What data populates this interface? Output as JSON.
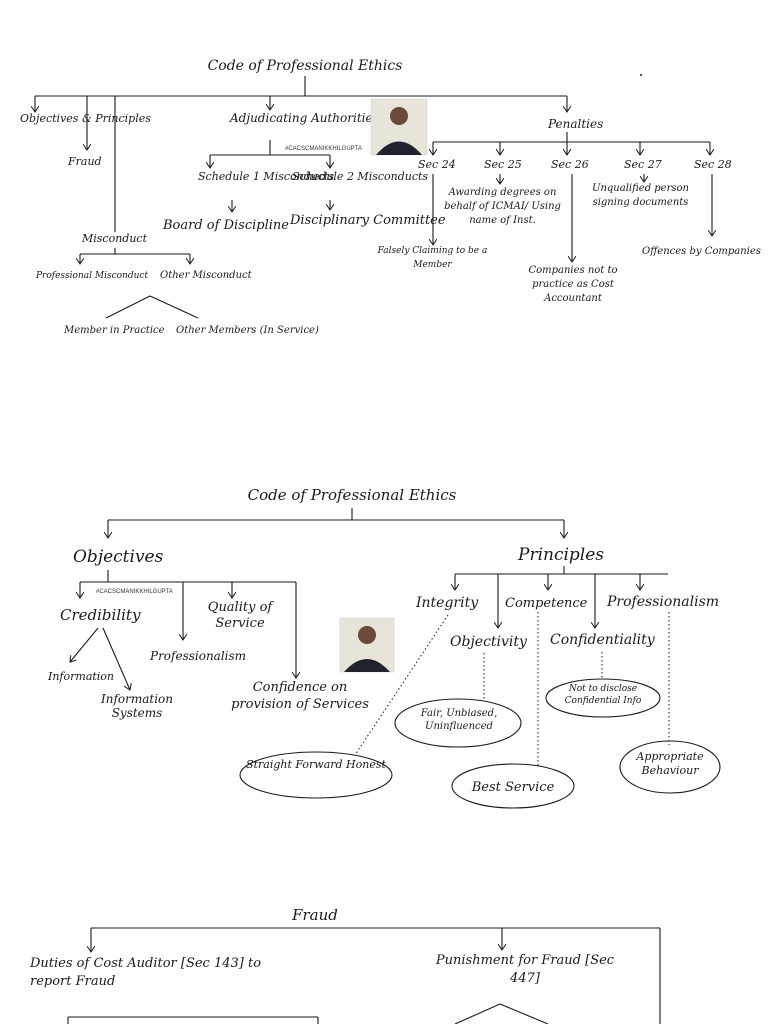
{
  "section1": {
    "title": "Code of Professional Ethics",
    "watermark": "#CACSCMANIKKHILGUPTA",
    "objectives_label": "Objectives & Principles",
    "fraud_label": "Fraud",
    "adjudicating_label": "Adjudicating Authorities",
    "schedule1_label": "Schedule 1 Misconducts",
    "schedule2_label": "Schedule 2 Misconducts",
    "board_label": "Board of Discipline",
    "committee_label": "Disciplinary Committee",
    "misconduct_label": "Misconduct",
    "prof_misconduct_label": "Professional Misconduct",
    "other_misconduct_label": "Other Misconduct",
    "member_practice_label": "Member in Practice",
    "other_members_label": "Other Members (In Service)",
    "penalties_label": "Penalties",
    "sections": [
      "Sec 24",
      "Sec 25",
      "Sec 26",
      "Sec 27",
      "Sec 28"
    ],
    "sec24_desc": "Falsely Claiming to be a Member",
    "sec25_desc": "Awarding degrees on behalf of ICMAI/ Using name of Inst.",
    "sec26_desc": "Companies not to practice as Cost Accountant",
    "sec27_desc": "Unqualified person signing documents",
    "sec28_desc": "Offences by Companies"
  },
  "section2": {
    "title": "Code of Professional Ethics",
    "watermark": "#CACSCMANIKKHILGUPTA",
    "objectives_label": "Objectives",
    "credibility_label": "Credibility",
    "information_label": "Information",
    "info_systems_label": "Information Systems",
    "quality_label": "Quality of Service",
    "professionalism_obj_label": "Professionalism",
    "confidence_label": "Confidence on provision of Services",
    "principles_label": "Principles",
    "integrity_label": "Integrity",
    "competence_label": "Competence",
    "professionalism_label": "Professionalism",
    "objectivity_label": "Objectivity",
    "confidentiality_label": "Confidentiality",
    "integrity_note": "Straight Forward Honest",
    "objectivity_note": "Fair, Unbiased, Uninfluenced",
    "competence_note": "Best Service",
    "confidentiality_note": "Not to disclose Confidential Info",
    "professionalism_note": "Appropriate Behaviour"
  },
  "section3": {
    "title": "Fraud",
    "duties_label": "Duties of Cost Auditor [Sec 143] to report Fraud",
    "punishment_label": "Punishment for Fraud [Sec 447]"
  }
}
